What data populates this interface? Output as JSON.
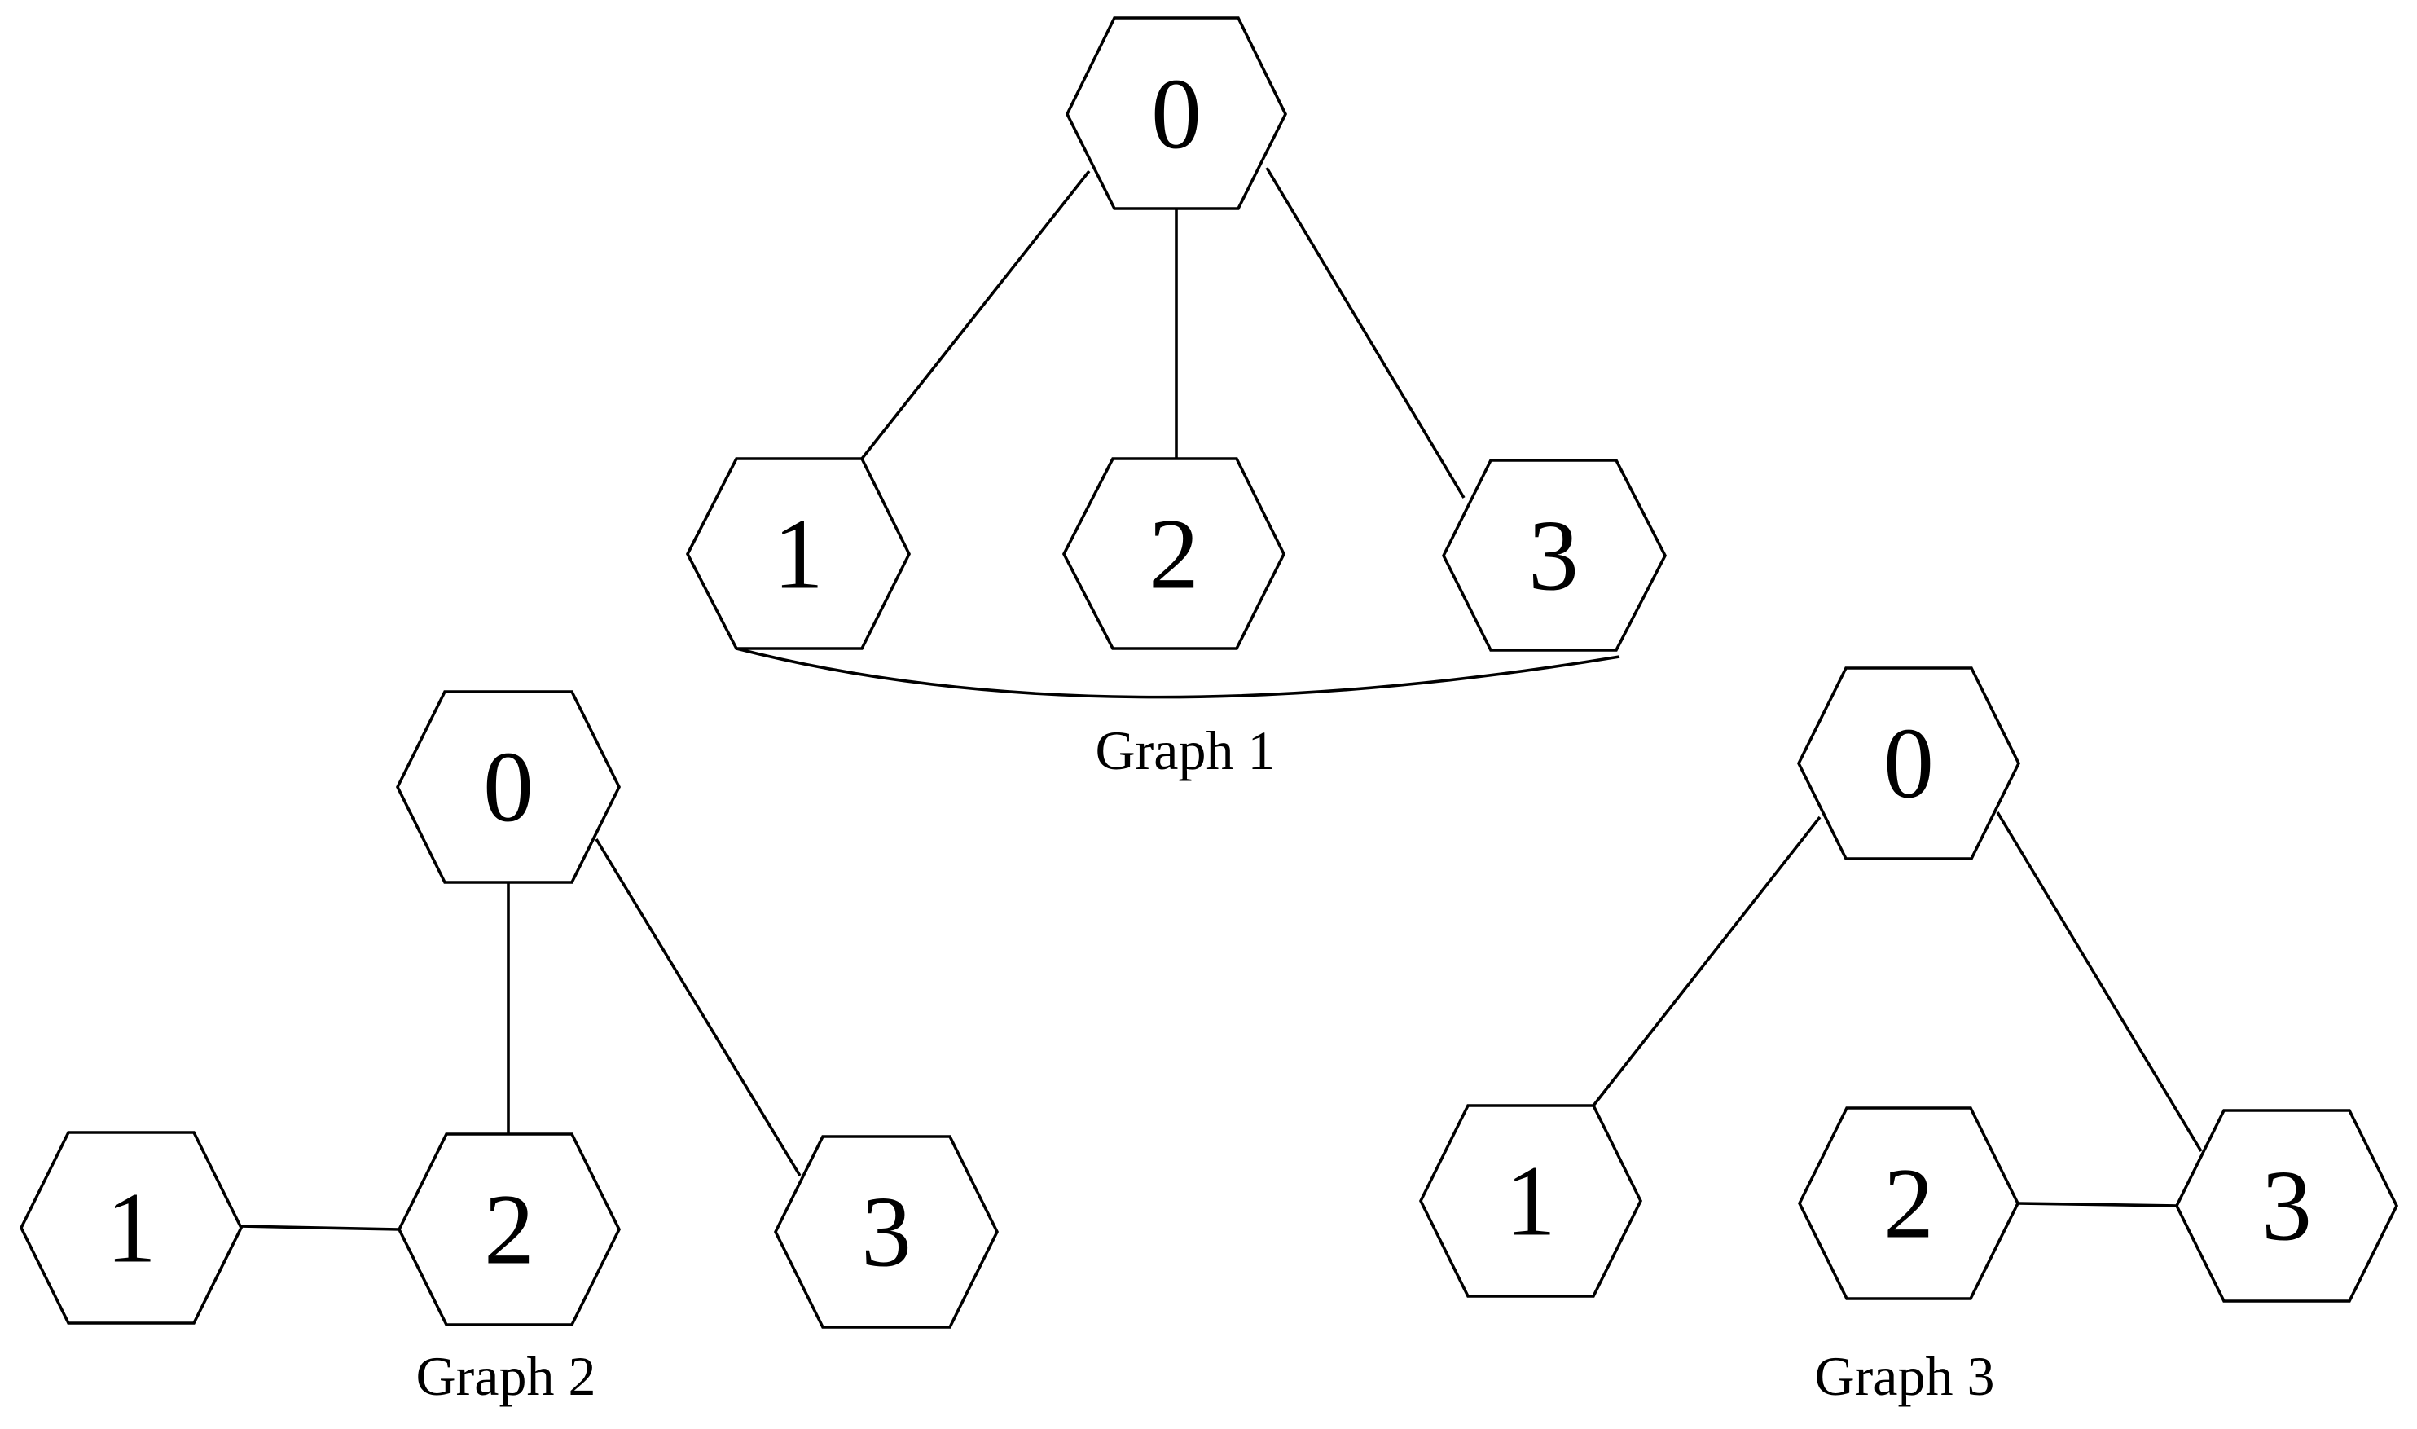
{
  "graphs": [
    {
      "id": "graph1",
      "caption": "Graph 1",
      "nodes": [
        {
          "id": "0",
          "label": "0"
        },
        {
          "id": "1",
          "label": "1"
        },
        {
          "id": "2",
          "label": "2"
        },
        {
          "id": "3",
          "label": "3"
        }
      ],
      "edges": [
        {
          "from": "0",
          "to": "1"
        },
        {
          "from": "0",
          "to": "2"
        },
        {
          "from": "0",
          "to": "3"
        },
        {
          "from": "1",
          "to": "3"
        }
      ]
    },
    {
      "id": "graph2",
      "caption": "Graph 2",
      "nodes": [
        {
          "id": "0",
          "label": "0"
        },
        {
          "id": "1",
          "label": "1"
        },
        {
          "id": "2",
          "label": "2"
        },
        {
          "id": "3",
          "label": "3"
        }
      ],
      "edges": [
        {
          "from": "0",
          "to": "2"
        },
        {
          "from": "0",
          "to": "3"
        },
        {
          "from": "1",
          "to": "2"
        }
      ]
    },
    {
      "id": "graph3",
      "caption": "Graph 3",
      "nodes": [
        {
          "id": "0",
          "label": "0"
        },
        {
          "id": "1",
          "label": "1"
        },
        {
          "id": "2",
          "label": "2"
        },
        {
          "id": "3",
          "label": "3"
        }
      ],
      "edges": [
        {
          "from": "0",
          "to": "1"
        },
        {
          "from": "0",
          "to": "3"
        },
        {
          "from": "2",
          "to": "3"
        }
      ]
    }
  ]
}
